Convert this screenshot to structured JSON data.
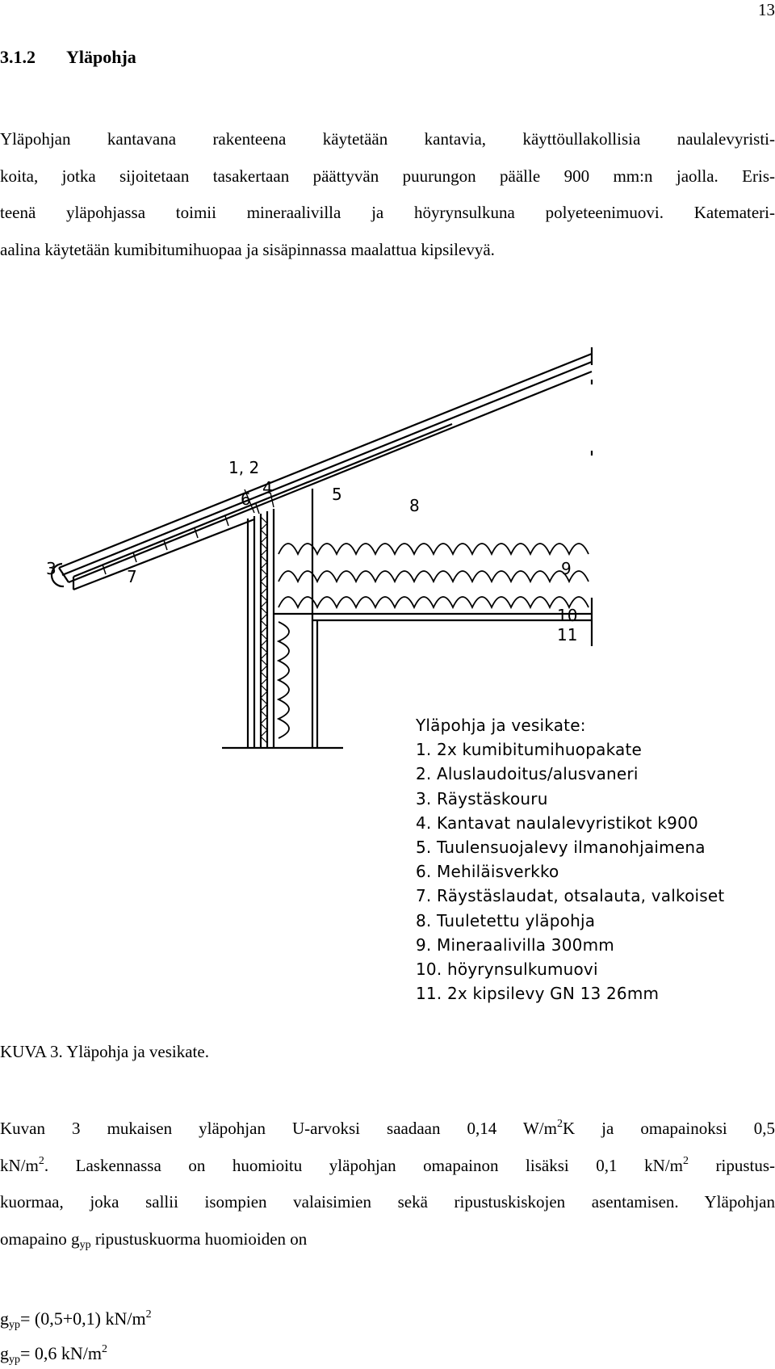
{
  "page_number": "13",
  "section": {
    "number": "3.1.2",
    "title": "Yläpohja"
  },
  "paragraph1": [
    "Yläpohjan kantavana rakenteena käytetään kantavia, käyttöullakollisia naulalevyristi-",
    "koita, jotka sijoitetaan tasakertaan päättyvän puurungon päälle 900 mm:n jaolla. Eris-",
    "teenä yläpohjassa toimii mineraalivilla ja höyrynsulkuna polyeteenimuovi. Katemateri-",
    "aalina käytetään kumibitumihuopaa ja sisäpinnassa maalattua kipsilevyä."
  ],
  "figure": {
    "callouts": [
      "1, 2",
      "3",
      "4",
      "5",
      "6",
      "7",
      "8",
      "9",
      "10",
      "11"
    ],
    "legend_title": "Yläpohja ja vesikate:",
    "legend_items": [
      "1. 2x kumibitumihuopakate",
      "2. Aluslaudoitus/alusvaneri",
      "3. Räystäskouru",
      "4. Kantavat naulalevyristikot k900",
      "5. Tuulensuojalevy ilmanohjaimena",
      "6. Mehiläisverkko",
      "7. Räystäslaudat, otsalauta, valkoiset",
      "8. Tuuletettu yläpohja",
      "9. Mineraalivilla 300mm",
      "10. höyrynsulkumuovi",
      "11. 2x kipsilevy GN 13 26mm"
    ]
  },
  "caption": "KUVA 3. Yläpohja ja vesikate.",
  "paragraph2": {
    "l1a": "Kuvan 3 mukaisen yläpohjan U-arvoksi saadaan 0,14 W/m",
    "l1sup": "2",
    "l1b": "K ja omapainoksi 0,5",
    "l2a": "kN/m",
    "l2sup": "2",
    "l2b": ". Laskennassa on huomioitu yläpohjan omapainon lisäksi 0,1 kN/m",
    "l2sup2": "2",
    "l2c": " ripustus-",
    "l3": "kuormaa, joka sallii isompien valaisimien sekä ripustuskiskojen asentamisen. Yläpohjan",
    "l4a": "omapaino g",
    "l4sub": "yp",
    "l4b": " ripustuskuorma huomioiden on"
  },
  "formula1": {
    "g": "g",
    "sub": "yp",
    "rest": "= (0,5+0,1) kN/m",
    "sup": "2"
  },
  "formula2": {
    "g": "g",
    "sub": "yp",
    "rest": "= 0,6 kN/m",
    "sup": "2"
  }
}
